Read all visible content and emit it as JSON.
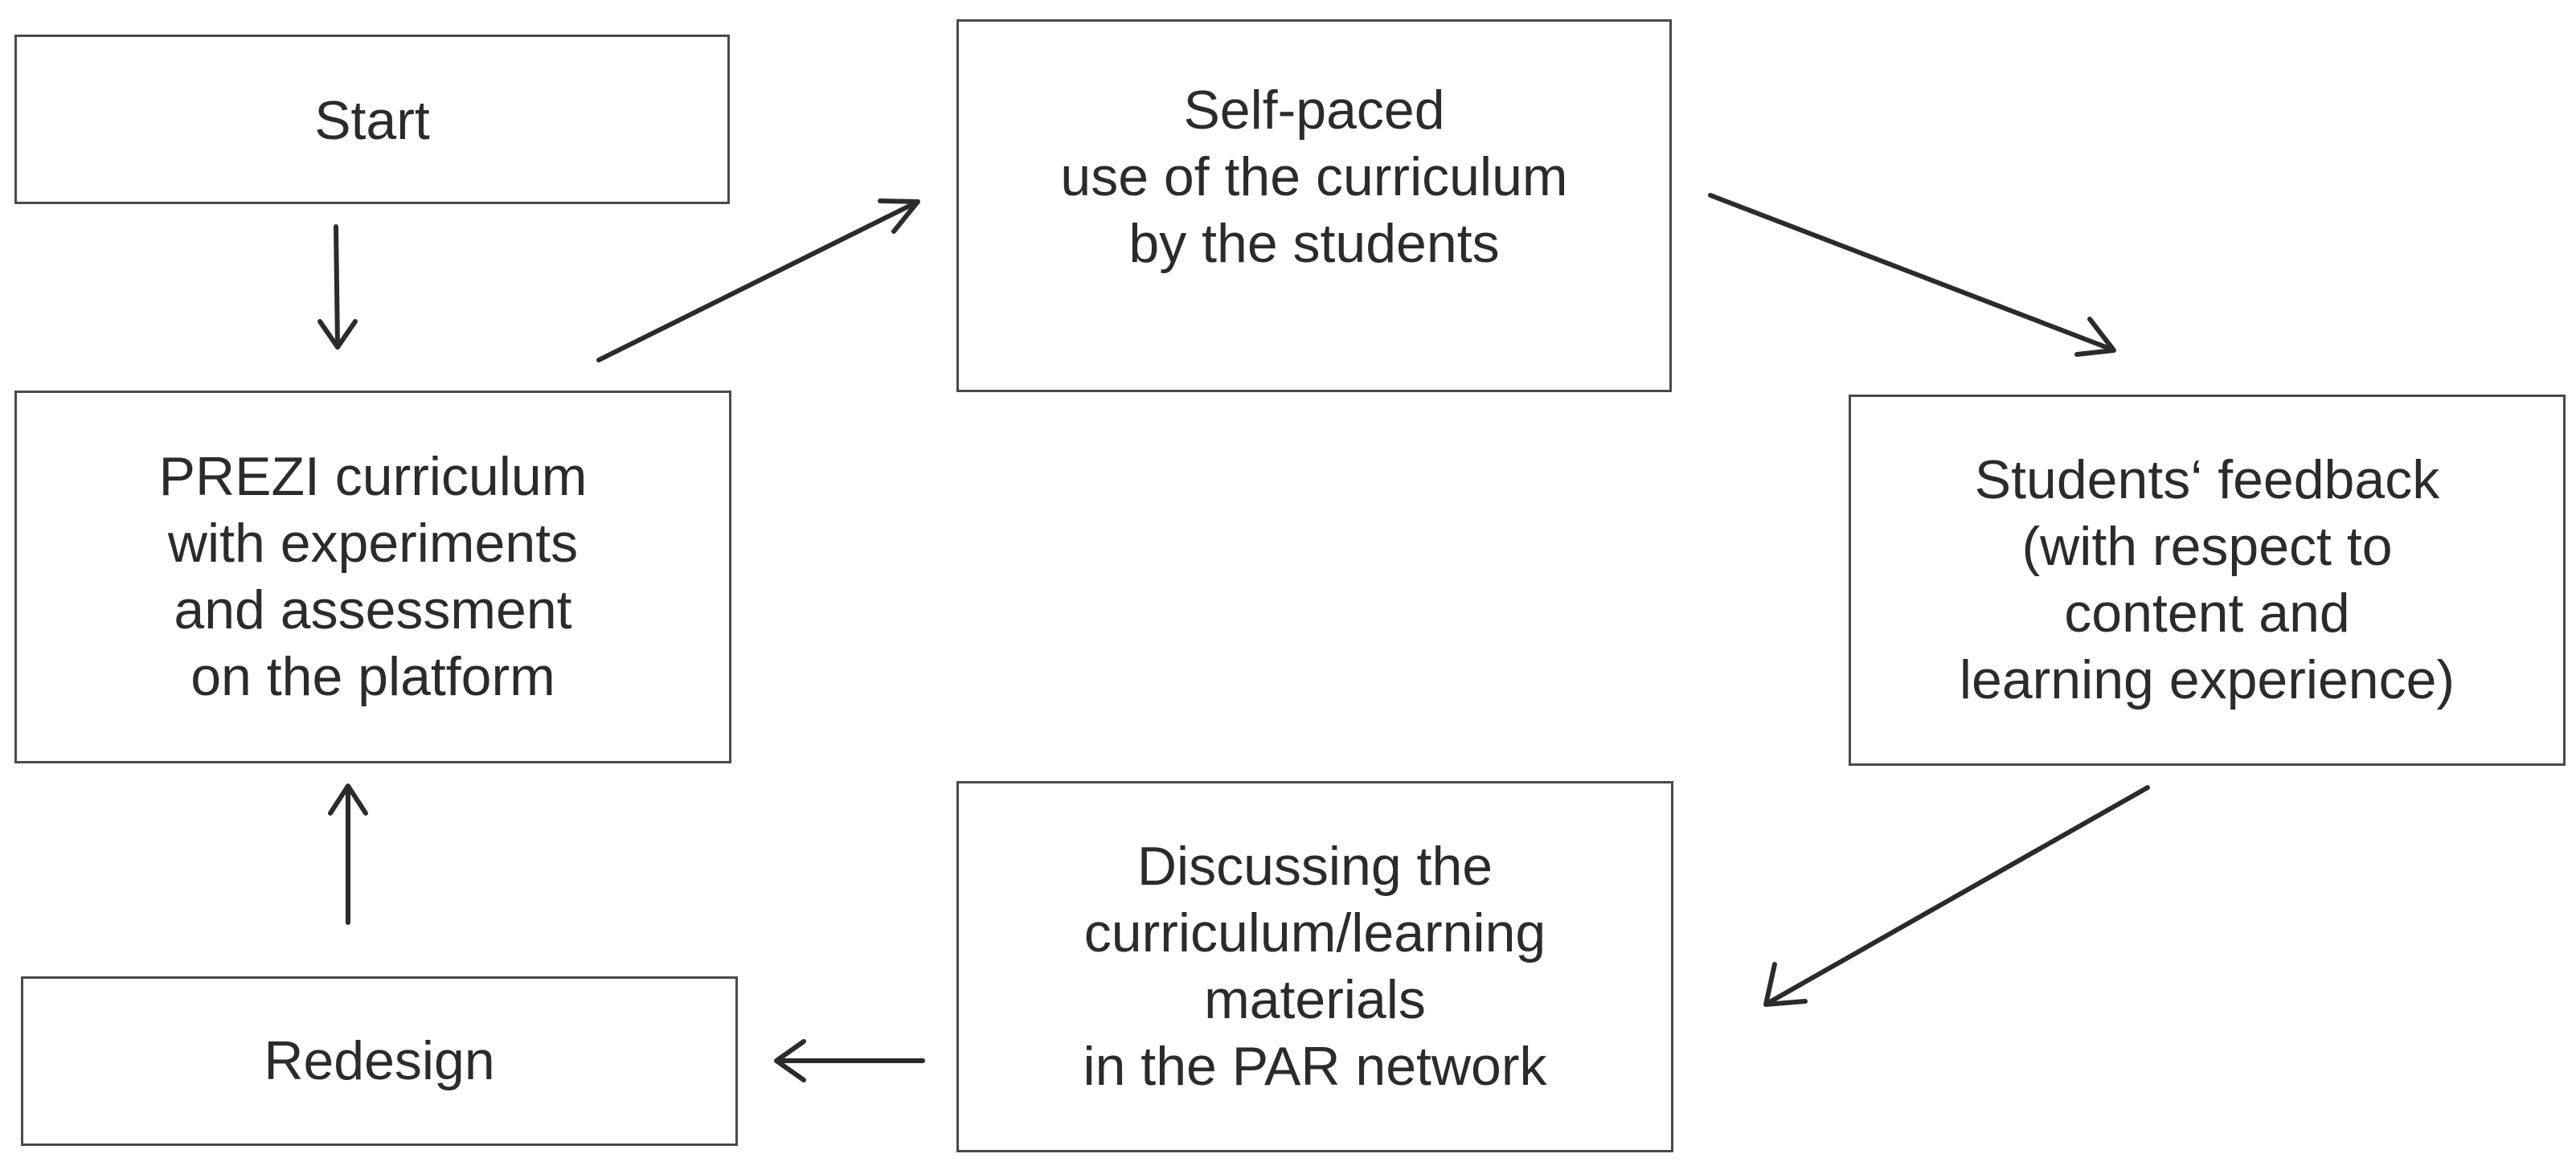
{
  "nodes": {
    "start": {
      "label": "Start"
    },
    "prezi": {
      "label": "PREZI curriculum\nwith experiments\nand assessment\non the platform"
    },
    "self_paced": {
      "label": "Self-paced\nuse of the curriculum\nby the students"
    },
    "feedback": {
      "label": "Students‘ feedback\n(with respect to\ncontent and\nlearning experience)"
    },
    "discussing": {
      "label": "Discussing the\ncurriculum/learning\nmaterials\nin the PAR network"
    },
    "redesign": {
      "label": "Redesign"
    }
  },
  "edges": [
    {
      "from": "Start",
      "to": "PREZI curriculum"
    },
    {
      "from": "PREZI curriculum",
      "to": "Self-paced"
    },
    {
      "from": "Self-paced",
      "to": "Students‘ feedback"
    },
    {
      "from": "Students‘ feedback",
      "to": "Discussing the"
    },
    {
      "from": "Discussing the",
      "to": "Redesign"
    },
    {
      "from": "Redesign",
      "to": "PREZI curriculum"
    }
  ],
  "colors": {
    "stroke": "#4a4a4a",
    "text": "#2b2b2b",
    "background": "#ffffff"
  }
}
